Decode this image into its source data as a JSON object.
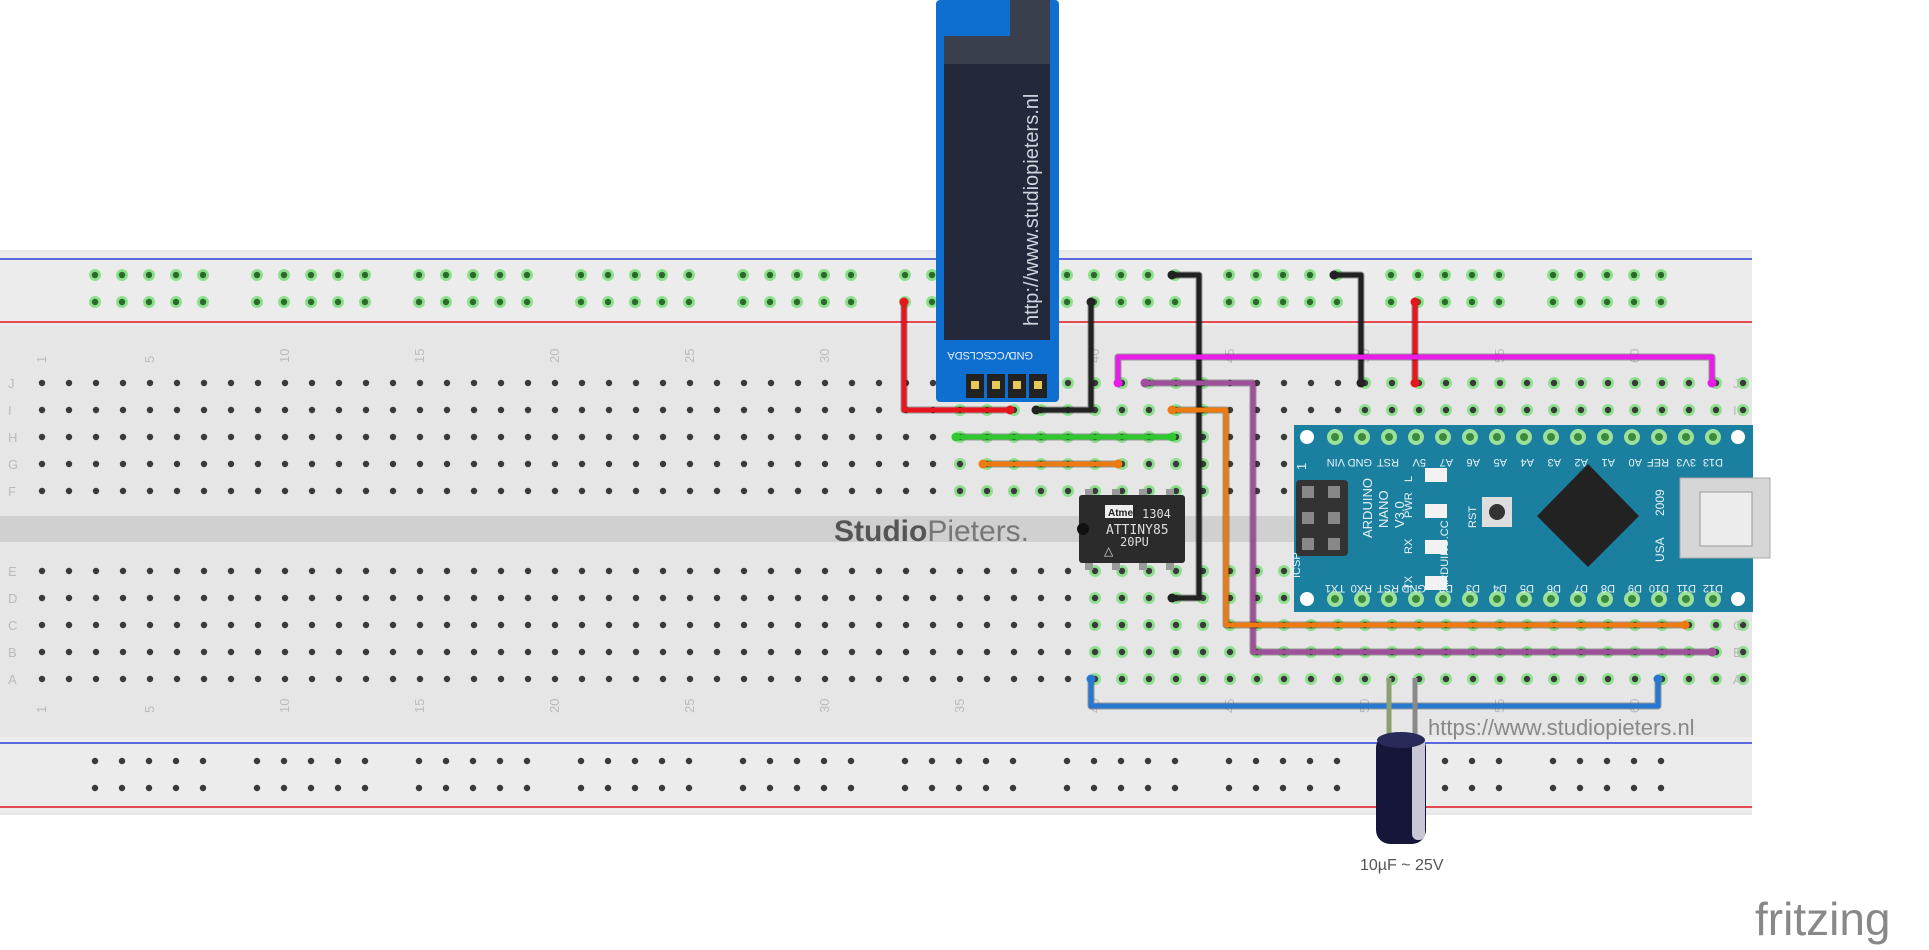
{
  "breadboard": {
    "brand_bold": "Studio",
    "brand_light": "Pieters.",
    "url": "https://www.studiopieters.nl",
    "row_letters_top": [
      "J",
      "I",
      "H",
      "G",
      "F"
    ],
    "row_letters_bottom": [
      "E",
      "D",
      "C",
      "B",
      "A"
    ],
    "column_numbers": [
      "1",
      "5",
      "10",
      "15",
      "20",
      "25",
      "30",
      "35",
      "40",
      "45",
      "50",
      "55",
      "60"
    ]
  },
  "oled_display": {
    "url_text": "http://www.studiopieters.nl",
    "pin_labels": [
      "GND",
      "VCC",
      "SCL",
      "SDA"
    ]
  },
  "attiny": {
    "logo": "Atmel",
    "code": "1304",
    "model": "ATTINY85",
    "speed": "20PU"
  },
  "arduino_nano": {
    "name": "ARDUINO",
    "model": "NANO",
    "version": "V3.0",
    "site": "ARDUINO.CC",
    "year": "2009",
    "country": "USA",
    "icsp": "ICSP",
    "rst_label": "RST",
    "led_labels": [
      "L",
      "PWR",
      "RX",
      "TX"
    ],
    "pin_marker": "1",
    "top_pins": [
      "VIN",
      "GND",
      "RST",
      "5V",
      "A7",
      "A6",
      "A5",
      "A4",
      "A3",
      "A2",
      "A1",
      "A0",
      "REF",
      "3V3",
      "D13"
    ],
    "bottom_pins": [
      "TX1",
      "RX0",
      "RST",
      "GND",
      "D2",
      "D3",
      "D4",
      "D5",
      "D6",
      "D7",
      "D8",
      "D9",
      "D10",
      "D11",
      "D12"
    ]
  },
  "capacitor": {
    "label": "10µF ~ 25V"
  },
  "watermark": "fritzing",
  "colors": {
    "wire_red": "#e8141e",
    "wire_black": "#222222",
    "wire_magenta": "#e81ee8",
    "wire_purple": "#a0509a",
    "wire_orange": "#ee7a12",
    "wire_green": "#2ec92e",
    "wire_blue": "#2878d2",
    "nano_blue": "#1b7fa0",
    "oled_blue": "#0f6fd0",
    "board_grey": "#e6e6e6"
  }
}
